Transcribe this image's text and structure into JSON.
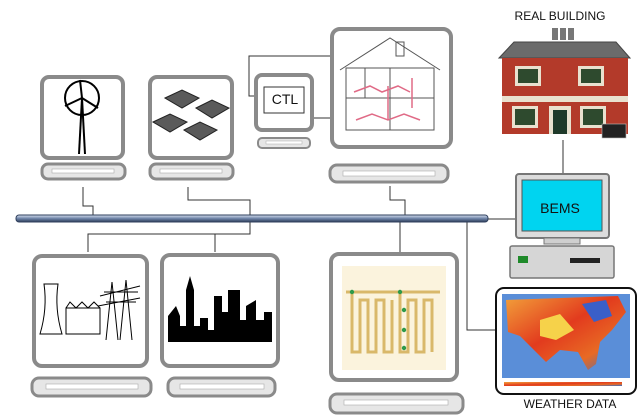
{
  "labels": {
    "real_building": "REAL BUILDING",
    "controller": "CTL",
    "bems": "BEMS",
    "weather_data": "WEATHER DATA"
  },
  "icons": {
    "wind_turbine": "wind-turbine-icon",
    "solar_panels": "solar-panels-icon",
    "house_plan": "house-cross-section-icon",
    "power_plant": "power-plant-icon",
    "city": "city-skyline-icon",
    "geothermal": "geothermal-loop-icon",
    "real_building": "house-icon",
    "weather_map": "weather-map-icon"
  },
  "colors": {
    "frame_gray": "#8a8a8a",
    "network_bus": "#5a6e8c",
    "house_red": "#b33a2a",
    "house_roof": "#6b6b6b",
    "bems_screen": "#00d4f0",
    "weather_hot": "#e23b1e",
    "weather_cool": "#2f6fd0"
  }
}
